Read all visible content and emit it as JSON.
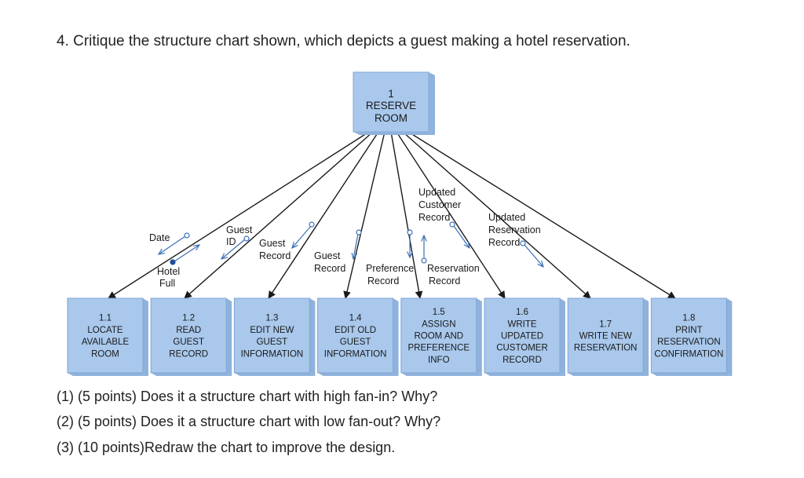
{
  "question": "4. Critique the structure chart shown, which depicts a guest making a hotel reservation.",
  "subquestions": {
    "q1": "(1) (5 points) Does it a structure chart with high fan-in? Why?",
    "q2": "(2) (5 points) Does it a structure chart with low fan-out? Why?",
    "q3": "(3) (10 points)Redraw the chart to improve the design."
  },
  "diagram": {
    "root": {
      "number": "1",
      "line1": "RESERVE",
      "line2": "ROOM"
    },
    "modules": [
      {
        "number": "1.1",
        "lines": [
          "LOCATE",
          "AVAILABLE",
          "ROOM"
        ]
      },
      {
        "number": "1.2",
        "lines": [
          "READ",
          "GUEST",
          "RECORD"
        ]
      },
      {
        "number": "1.3",
        "lines": [
          "EDIT NEW",
          "GUEST",
          "INFORMATION"
        ]
      },
      {
        "number": "1.4",
        "lines": [
          "EDIT OLD",
          "GUEST",
          "INFORMATION"
        ]
      },
      {
        "number": "1.5",
        "lines": [
          "ASSIGN",
          "ROOM AND",
          "PREFERENCE",
          "INFO"
        ]
      },
      {
        "number": "1.6",
        "lines": [
          "WRITE",
          "UPDATED",
          "CUSTOMER",
          "RECORD"
        ]
      },
      {
        "number": "1.7",
        "lines": [
          "WRITE NEW",
          "RESERVATION"
        ]
      },
      {
        "number": "1.8",
        "lines": [
          "PRINT",
          "RESERVATION",
          "CONFIRMATION"
        ]
      }
    ],
    "couples": {
      "date": "Date",
      "hotel_full_1": "Hotel",
      "hotel_full_2": "Full",
      "guest_id_1": "Guest",
      "guest_id_2": "ID",
      "guest_record_a_1": "Guest",
      "guest_record_a_2": "Record",
      "guest_record_b_1": "Guest",
      "guest_record_b_2": "Record",
      "pref_1": "Preference",
      "pref_2": "Record",
      "resv_1": "Reservation",
      "resv_2": "Record",
      "upd_cust_1": "Updated",
      "upd_cust_2": "Customer",
      "upd_cust_3": "Record",
      "upd_resv_1": "Updated",
      "upd_resv_2": "Reservation",
      "upd_resv_3": "Record"
    }
  }
}
